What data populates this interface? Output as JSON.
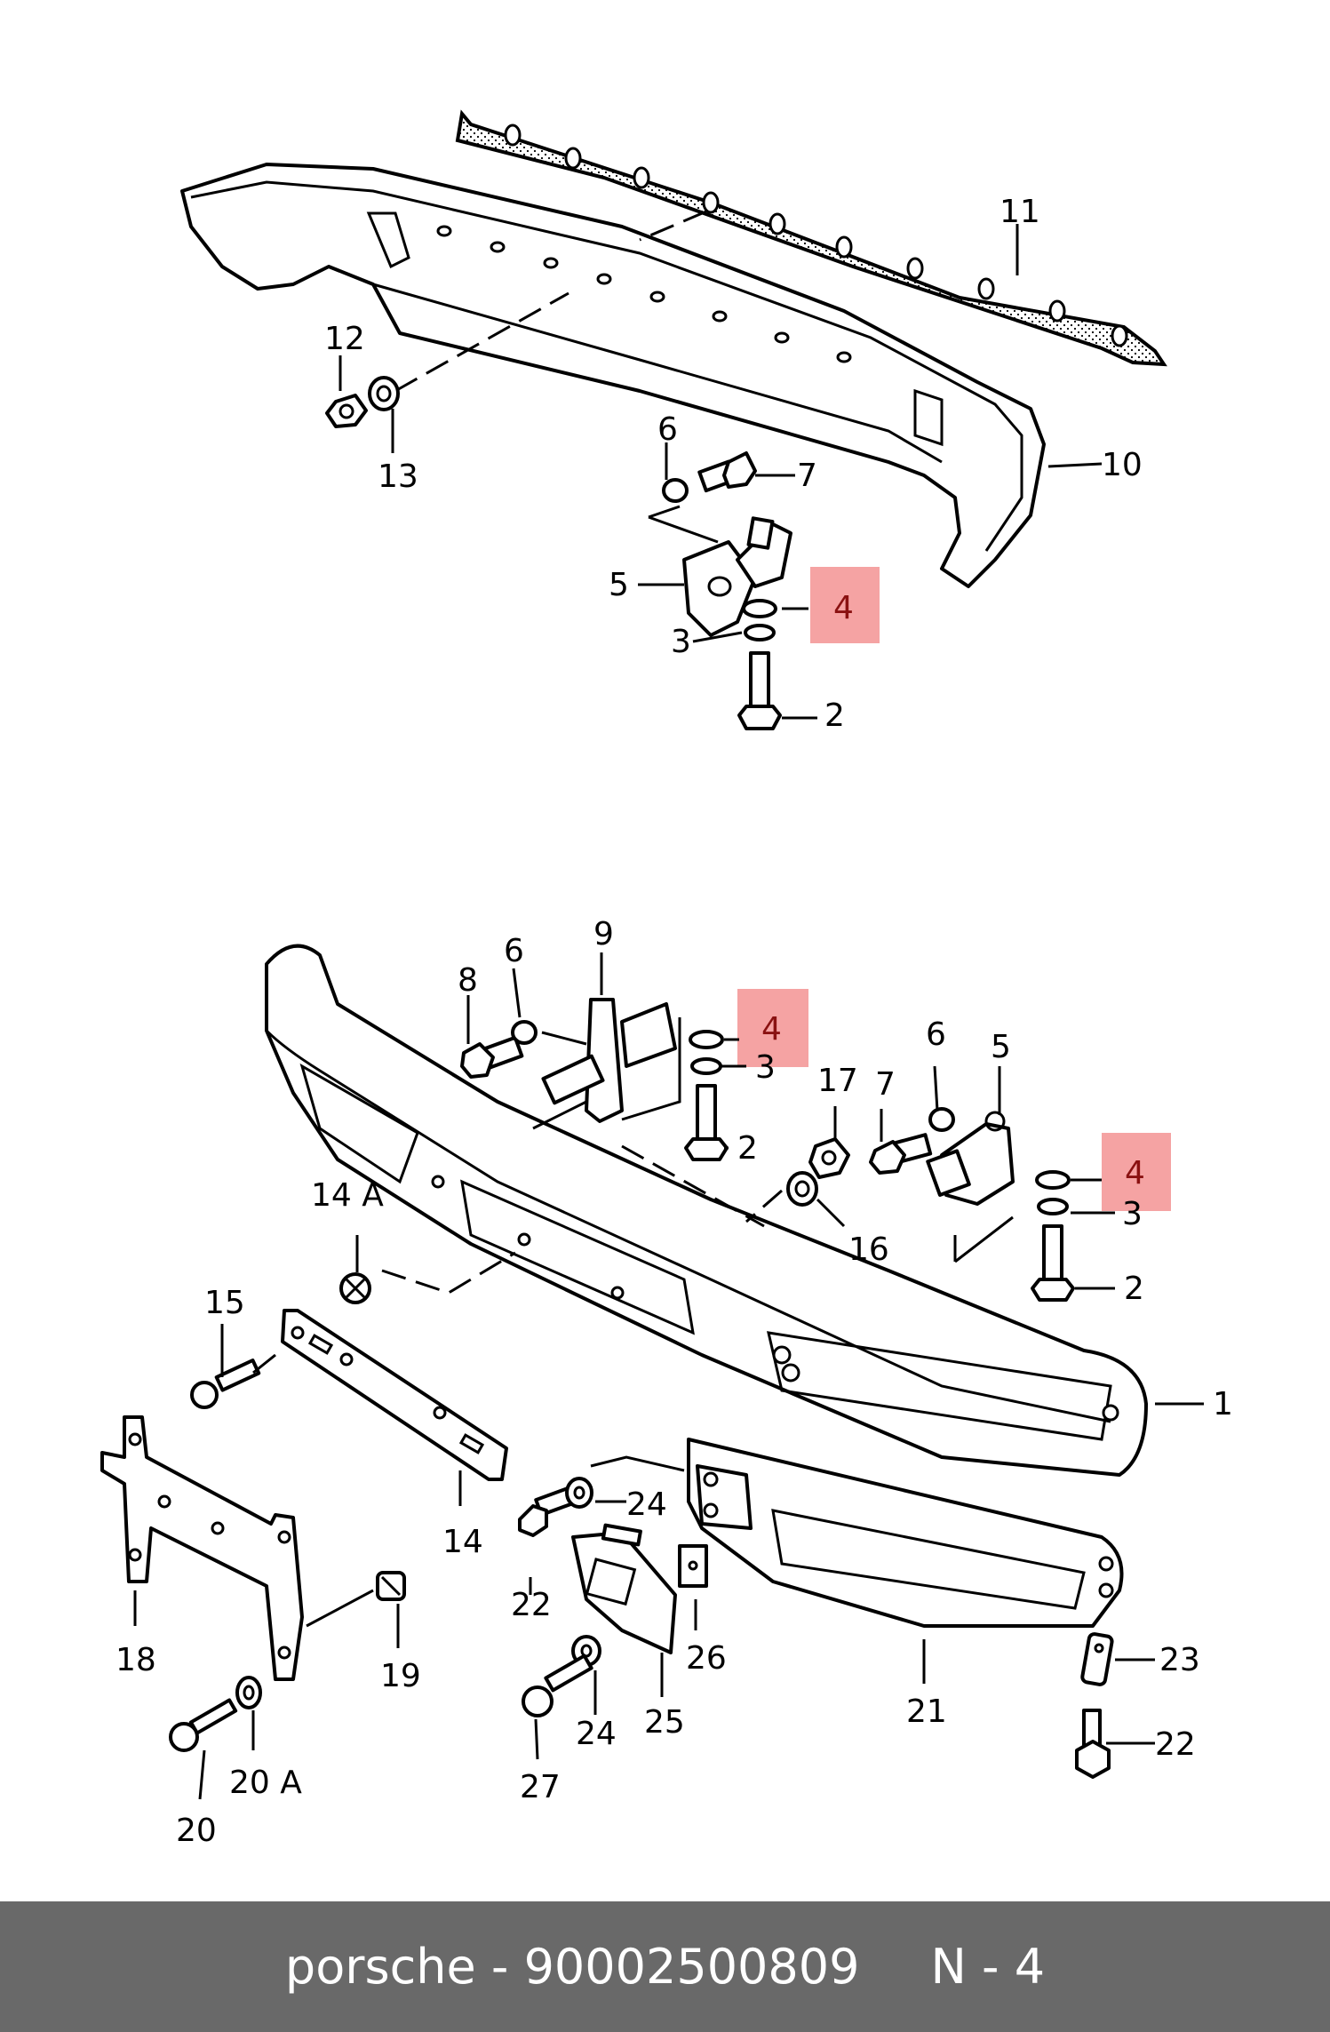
{
  "diagram": {
    "highlight_color": "#f5a3a3",
    "callouts": [
      "1",
      "2",
      "3",
      "4",
      "5",
      "6",
      "7",
      "8",
      "9",
      "10",
      "11",
      "12",
      "13",
      "14",
      "14 A",
      "15",
      "16",
      "17",
      "18",
      "19",
      "20",
      "20 A",
      "21",
      "22",
      "23",
      "24",
      "25",
      "26",
      "27"
    ],
    "highlighted_callout": "4"
  },
  "footer": {
    "brand": "porsche",
    "separator": "-",
    "part_number": "90002500809",
    "position_label": "N - 4",
    "background": "#696969"
  }
}
